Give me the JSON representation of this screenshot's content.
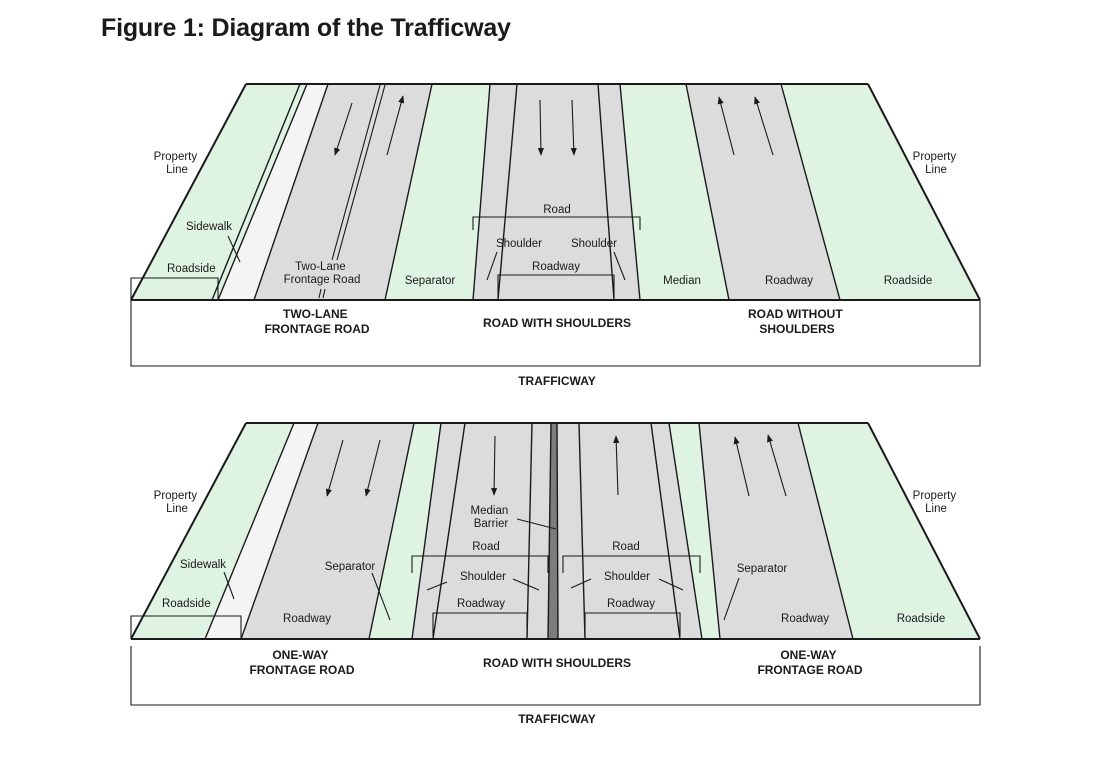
{
  "title": "Figure 1: Diagram of the Trafficway",
  "colors": {
    "grass": "#dff3e3",
    "pavement": "#dcdcdc",
    "sidewalk": "#f4f4f4",
    "barrier": "#7d7d7d",
    "ink": "#1a1a1a"
  },
  "top_diagram": {
    "labels": {
      "property_line_left": [
        "Property",
        "Line"
      ],
      "property_line_right": [
        "Property",
        "Line"
      ],
      "sidewalk": "Sidewalk",
      "roadside_left": "Roadside",
      "frontage_road": [
        "Two-Lane",
        "Frontage Road"
      ],
      "separator": "Separator",
      "road": "Road",
      "shoulder_left": "Shoulder",
      "shoulder_right": "Shoulder",
      "roadway_center": "Roadway",
      "median": "Median",
      "roadway_right": "Roadway",
      "roadside_right": "Roadside"
    },
    "captions": {
      "section_left": [
        "TWO-LANE",
        "FRONTAGE ROAD"
      ],
      "section_center": "ROAD WITH SHOULDERS",
      "section_right": [
        "ROAD WITHOUT",
        "SHOULDERS"
      ],
      "trafficway": "TRAFFICWAY"
    }
  },
  "bottom_diagram": {
    "labels": {
      "property_line_left": [
        "Property",
        "Line"
      ],
      "property_line_right": [
        "Property",
        "Line"
      ],
      "sidewalk": "Sidewalk",
      "roadside_left": "Roadside",
      "separator_left": "Separator",
      "roadway_left": "Roadway",
      "median_barrier": [
        "Median",
        "Barrier"
      ],
      "road_left": "Road",
      "shoulder_left": "Shoulder",
      "roadway_center_left": "Roadway",
      "road_right": "Road",
      "shoulder_right": "Shoulder",
      "roadway_center_right": "Roadway",
      "separator_right": "Separator",
      "roadway_right": "Roadway",
      "roadside_right": "Roadside"
    },
    "captions": {
      "section_left": [
        "ONE-WAY",
        "FRONTAGE ROAD"
      ],
      "section_center": "ROAD WITH SHOULDERS",
      "section_right": [
        "ONE-WAY",
        "FRONTAGE ROAD"
      ],
      "trafficway": "TRAFFICWAY"
    }
  }
}
